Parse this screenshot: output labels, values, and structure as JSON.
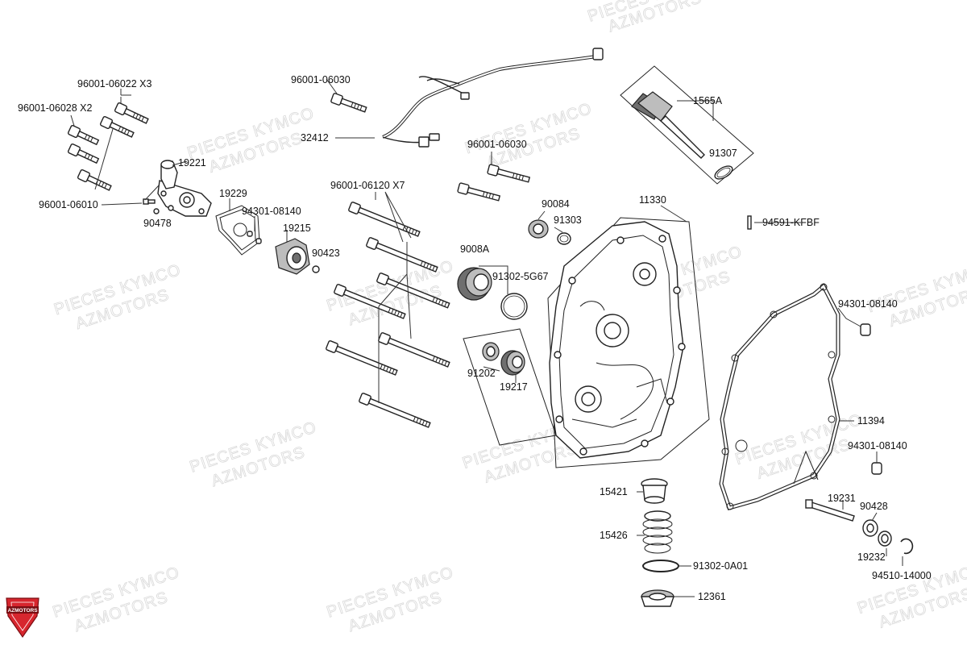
{
  "watermark": {
    "line1": "PIECES KYMCO",
    "line2": "AZMOTORS"
  },
  "logo": {
    "text": "AZMOTORS",
    "color": "#d7262e"
  },
  "labels": {
    "l_96001_06022": "96001-06022 X3",
    "l_96001_06028": "96001-06028 X2",
    "l_96001_06010": "96001-06010",
    "l_90478": "90478",
    "l_19221": "19221",
    "l_19229": "19229",
    "l_94301_08140_a": "94301-08140",
    "l_19215": "19215",
    "l_90423": "90423",
    "l_96001_06030_a": "96001-06030",
    "l_32412": "32412",
    "l_96001_06030_b": "96001-06030",
    "l_96001_06120": "96001-06120 X7",
    "l_90084": "90084",
    "l_91303": "91303",
    "l_9008A": "9008A",
    "l_91302_5G67": "91302-5G67",
    "l_91202": "91202",
    "l_19217": "19217",
    "l_11330": "11330",
    "l_1565A": "1565A",
    "l_91307": "91307",
    "l_94591_KFBF": "94591-KFBF",
    "l_94301_08140_b": "94301-08140",
    "l_11394": "11394",
    "l_94301_08140_c": "94301-08140",
    "l_19231": "19231",
    "l_90428": "90428",
    "l_19232": "19232",
    "l_94510_14000": "94510-14000",
    "l_15421": "15421",
    "l_15426": "15426",
    "l_91302_0A01": "91302-0A01",
    "l_12361": "12361"
  }
}
